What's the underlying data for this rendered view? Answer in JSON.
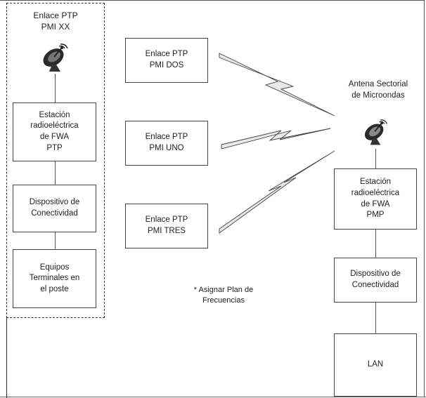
{
  "left_group": {
    "title": "Enlace PTP\nPMI XX",
    "station": "Estación\nradioeléctrica\nde FWA\nPTP",
    "device": "Dispositivo de\nConectividad",
    "terminals": "Equipos\nTerminales en\nel poste"
  },
  "links": {
    "dos": "Enlace PTP\nPMI DOS",
    "uno": "Enlace PTP\nPMI UNO",
    "tres": "Enlace PTP\nPMI TRES"
  },
  "note": "* Asignar Plan de\nFrecuencias",
  "right_stack": {
    "antenna_label": "Antena Sectorial\nde Microondas",
    "station": "Estación\nradioeléctrica\nde FWA\nPMP",
    "device": "Dispositivo de\nConectividad",
    "lan": "LAN"
  },
  "icons": [
    "satellite-dish-icon",
    "satellite-dish-icon"
  ]
}
